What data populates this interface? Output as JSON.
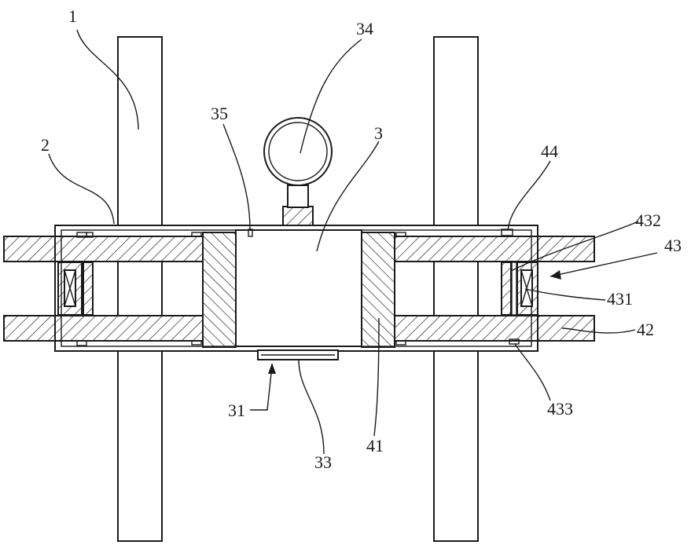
{
  "labels": {
    "l1": "1",
    "l2": "2",
    "l3": "3",
    "l31": "31",
    "l33": "33",
    "l34": "34",
    "l35": "35",
    "l41": "41",
    "l42": "42",
    "l43": "43",
    "l431": "431",
    "l432": "432",
    "l433": "433",
    "l44": "44"
  }
}
